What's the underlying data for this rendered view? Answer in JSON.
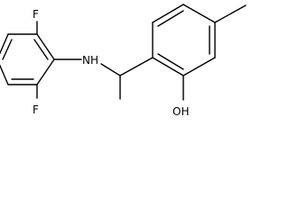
{
  "structure": {
    "atom_labels": {
      "fluorine_top": "F",
      "fluorine_bottom": "F",
      "amine": "NH",
      "hydroxyl": "OH"
    }
  }
}
